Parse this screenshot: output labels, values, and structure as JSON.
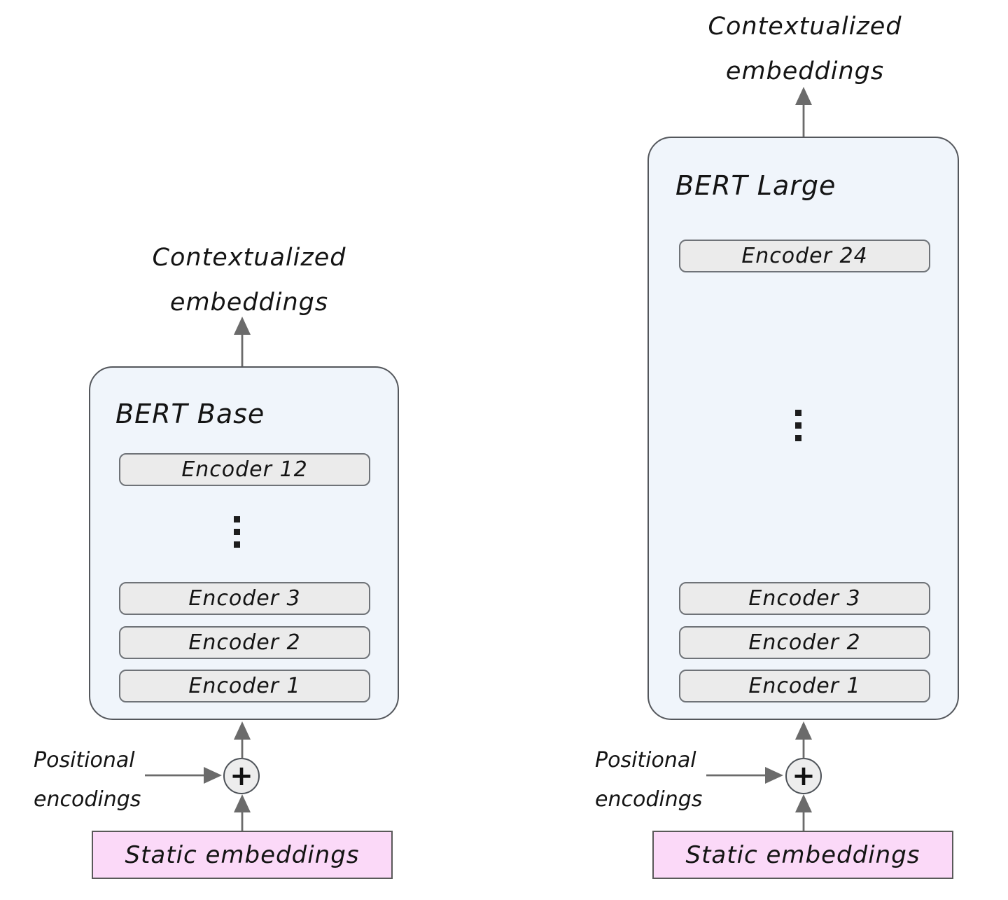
{
  "colors": {
    "box_fill": "#f0f5fb",
    "box_border": "#54575c",
    "encoder_fill": "#ebebeb",
    "encoder_border": "#6f7378",
    "static_fill": "#fbd9f8",
    "static_border": "#595959",
    "arrow": "#6b6b6b",
    "text": "#141414",
    "plus_fill": "#ededed",
    "plus_border": "#4c5157"
  },
  "diagrams": [
    {
      "name": "BERT Base",
      "output_label": {
        "line1": "Contextualized",
        "line2": "embeddings"
      },
      "title": "BERT Base",
      "top_encoder": "Encoder 12",
      "lower_encoders": [
        "Encoder 3",
        "Encoder 2",
        "Encoder 1"
      ],
      "plus_symbol": "+",
      "positional_label": {
        "line1": "Positional",
        "line2": "encodings"
      },
      "static_label": "Static embeddings"
    },
    {
      "name": "BERT Large",
      "output_label": {
        "line1": "Contextualized",
        "line2": "embeddings"
      },
      "title": "BERT Large",
      "top_encoder": "Encoder 24",
      "lower_encoders": [
        "Encoder 3",
        "Encoder 2",
        "Encoder 1"
      ],
      "plus_symbol": "+",
      "positional_label": {
        "line1": "Positional",
        "line2": "encodings"
      },
      "static_label": "Static embeddings"
    }
  ]
}
